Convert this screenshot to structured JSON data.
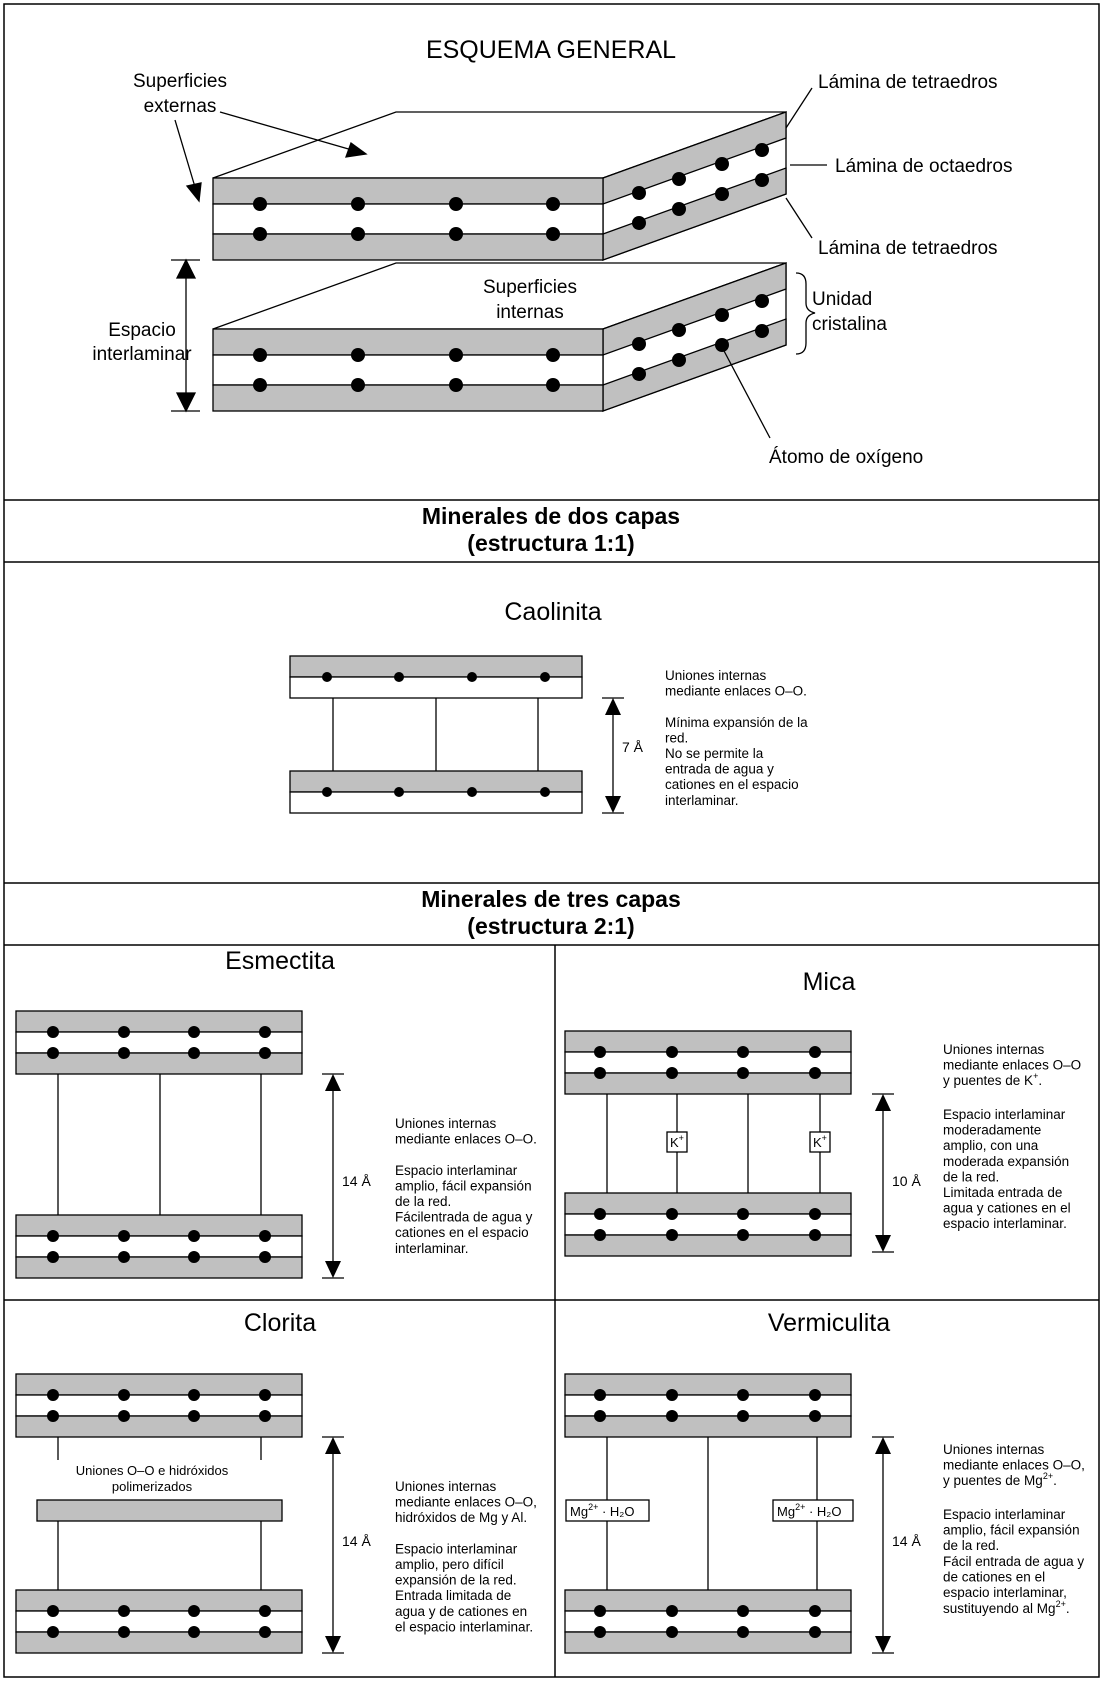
{
  "general": {
    "title": "ESQUEMA GENERAL",
    "surfaces_external": [
      "Superficies",
      "externas"
    ],
    "surfaces_internal": [
      "Superficies",
      "internas"
    ],
    "interlayer_space": [
      "Espacio",
      "interlaminar"
    ],
    "sheet_tetra_top": "Lámina de tetraedros",
    "sheet_octa": "Lámina de octaedros",
    "sheet_tetra_bottom": "Lámina de tetraedros",
    "crystal_unit": [
      "Unidad",
      "cristalina"
    ],
    "oxygen_atom": "Átomo de oxígeno"
  },
  "two_layer": {
    "heading": [
      "Minerales de dos capas",
      "(estructura 1:1)"
    ],
    "kaolinite": {
      "name": "Caolinita",
      "spacing": "7 Å",
      "description": [
        "Uniones internas",
        "mediante enlaces O–O.",
        "",
        "Mínima expansión de la",
        "red.",
        "No se permite la",
        "entrada de agua y",
        "cationes en el espacio",
        "interlaminar."
      ]
    }
  },
  "three_layer": {
    "heading": [
      "Minerales de tres capas",
      "(estructura 2:1)"
    ],
    "smectite": {
      "name": "Esmectita",
      "spacing": "14 Å",
      "description": [
        "Uniones internas",
        "mediante enlaces O–O.",
        "",
        "Espacio interlaminar",
        "amplio, fácil expansión",
        "de la red.",
        "Fácilentrada de agua y",
        "cationes en el espacio",
        "interlaminar."
      ]
    },
    "mica": {
      "name": "Mica",
      "spacing": "10 Å",
      "bridge_ion": "K",
      "bridge_charge": "+",
      "description_pre": [
        "Uniones internas",
        "mediante enlaces O–O"
      ],
      "description_k_line": "y puentes de K",
      "description_k_sup": "+",
      "description_k_end": ".",
      "description": [
        "Espacio interlaminar",
        "moderadamente",
        "amplio, con una",
        "moderada expansión",
        "de la red.",
        "Limitada entrada de",
        "agua y cationes en el",
        "espacio interlaminar."
      ]
    },
    "chlorite": {
      "name": "Clorita",
      "spacing": "14 Å",
      "interlayer_label": [
        "Uniones O–O e hidróxidos",
        "polimerizados"
      ],
      "description": [
        "Uniones internas",
        "mediante enlaces O–O,",
        "hidróxidos de Mg y Al.",
        "",
        "Espacio interlaminar",
        "amplio, pero difícil",
        "expansión de la red.",
        "Entrada limitada de",
        "agua y de cationes en",
        "el espacio interlaminar."
      ]
    },
    "vermiculite": {
      "name": "Vermiculita",
      "spacing": "14 Å",
      "bridge_ion": "Mg",
      "bridge_charge": "2+",
      "bridge_water": "· H₂O",
      "description_pre": [
        "Uniones internas",
        "mediante enlaces O–O,"
      ],
      "description_mg_line": "y puentes de Mg",
      "description_mg_sup": "2+",
      "description_mg_end": ".",
      "description": [
        "Espacio interlaminar",
        "amplio, fácil expansión",
        "de la red.",
        "Fácil entrada de agua y",
        "de cationes en el",
        "espacio interlaminar,"
      ],
      "description_last": "sustituyendo al Mg",
      "description_last_sup": "2+",
      "description_last_end": "."
    }
  },
  "colors": {
    "sheet_fill": "#c0c0c0",
    "line": "#000000",
    "background": "#ffffff"
  }
}
